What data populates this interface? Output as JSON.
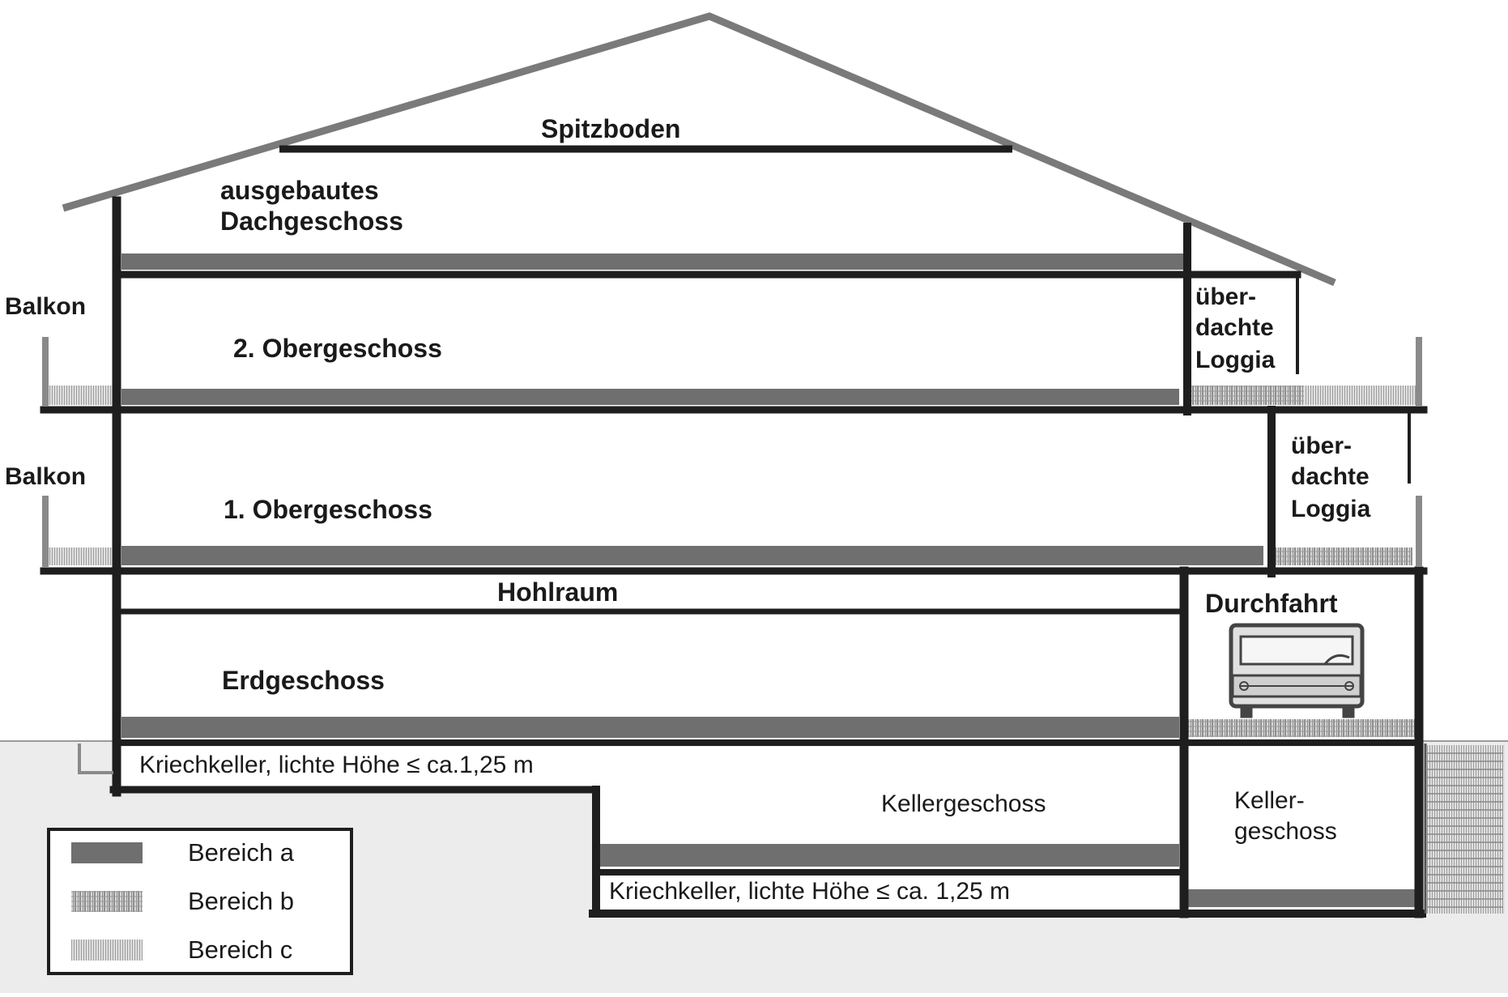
{
  "labels": {
    "spitzboden": "Spitzboden",
    "dach_line1": "ausgebautes",
    "dach_line2": "Dachgeschoss",
    "og2": "2. Obergeschoss",
    "og1": "1. Obergeschoss",
    "hohlraum": "Hohlraum",
    "erdgeschoss": "Erdgeschoss",
    "kriechkeller_top": "Kriechkeller, lichte Höhe ≤ ca.1,25 m",
    "kellergeschoss": "Kellergeschoss",
    "kriechkeller_bottom": "Kriechkeller, lichte Höhe ≤ ca. 1,25 m",
    "keller_right_line1": "Keller-",
    "keller_right_line2": "geschoss",
    "durchfahrt": "Durchfahrt",
    "balkon_upper": "Balkon",
    "balkon_lower": "Balkon",
    "loggia_upper": [
      "über-",
      "dachte",
      "Loggia"
    ],
    "loggia_lower": [
      "über-",
      "dachte",
      "Loggia"
    ]
  },
  "legend": [
    {
      "label": "Bereich a",
      "pattern": "solid"
    },
    {
      "label": "Bereich b",
      "pattern": "grid"
    },
    {
      "label": "Bereich c",
      "pattern": "vertical"
    }
  ],
  "colors": {
    "wall": "#1e1e1e",
    "area_a": "#6f6f6f",
    "roof": "#7a7a7a",
    "ground": "#ececec",
    "pattern_line": "#8a8a8a"
  }
}
